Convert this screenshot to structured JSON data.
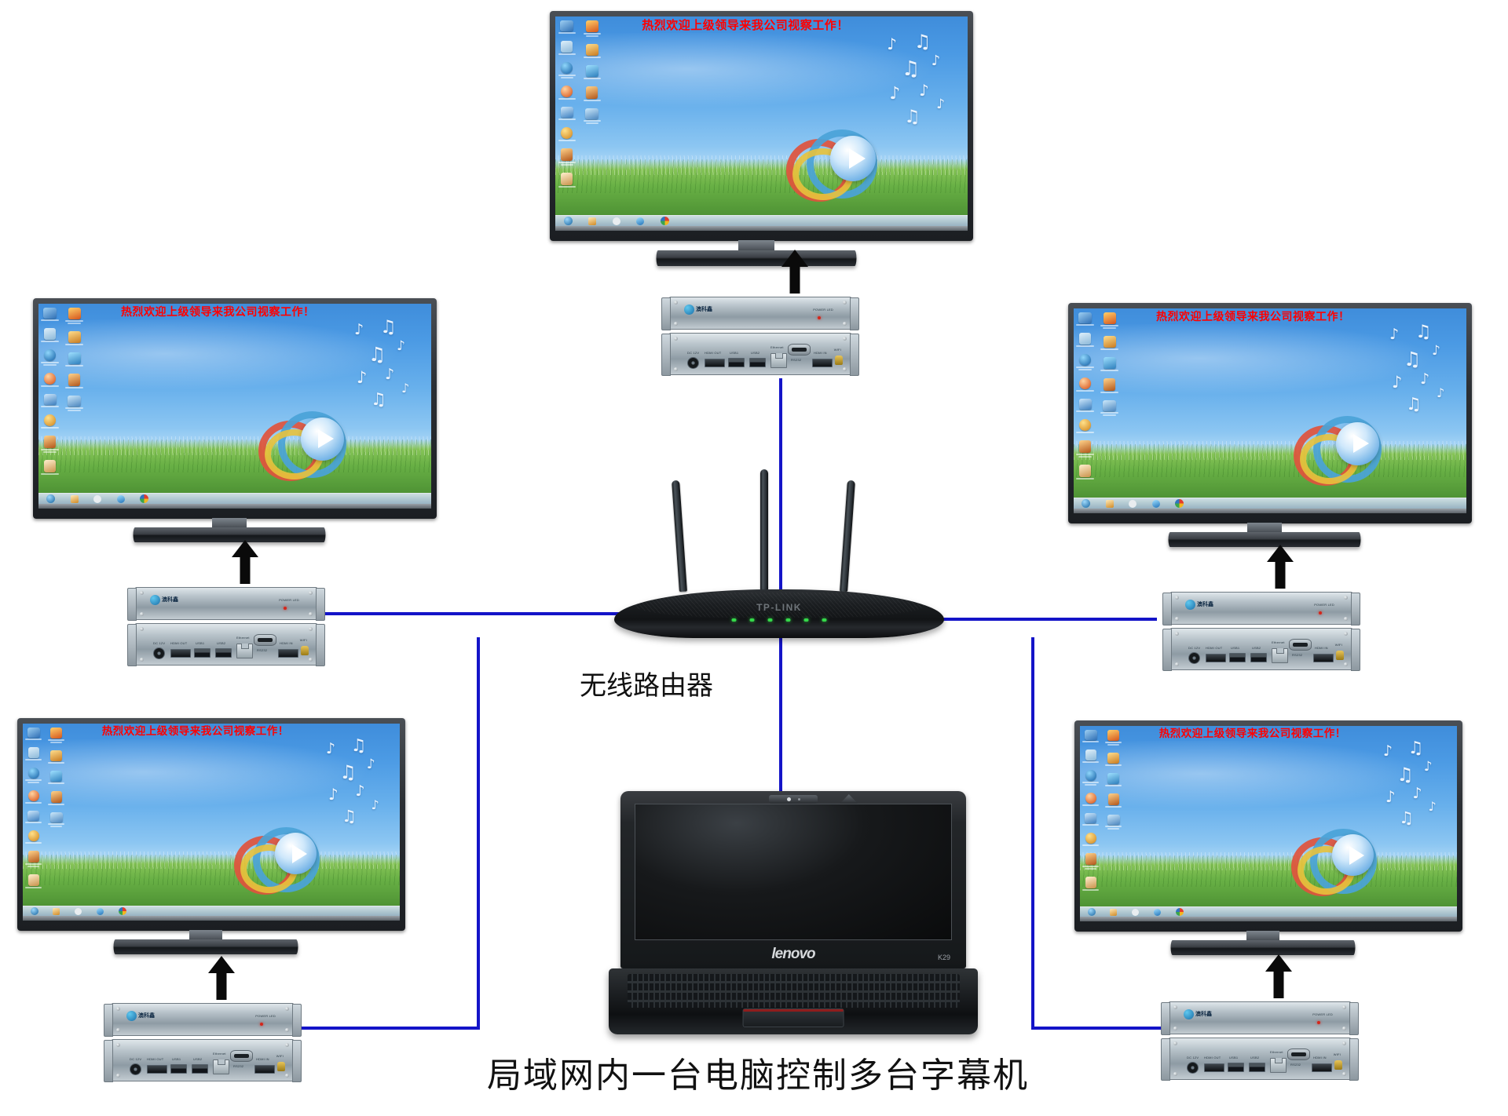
{
  "diagram": {
    "title": "局域网内一台电脑控制多台字幕机",
    "router_label": "无线路由器",
    "wire_color": "#1414c8",
    "arrow_color": "#0a0a0a"
  },
  "router": {
    "brand": "TP-LINK",
    "label": "无线路由器",
    "antenna_count": 3,
    "led_count": 6,
    "led_color": "#35d94a"
  },
  "laptop": {
    "brand": "lenovo",
    "model": "K29",
    "screen_state": "off"
  },
  "device": {
    "logo_text": "澳科鑫",
    "front_label": "POWER LED",
    "power_led_color": "#d4261a",
    "ports": [
      {
        "name": "dc-power-port",
        "label": "DC 12V"
      },
      {
        "name": "hdmi-out-port",
        "label": "HDMI OUT"
      },
      {
        "name": "usb1-port",
        "label": "USB1"
      },
      {
        "name": "usb2-port",
        "label": "USB2"
      },
      {
        "name": "ethernet-port",
        "label": "Ethernet"
      },
      {
        "name": "rs232-port",
        "label": "RS232"
      },
      {
        "name": "hdmi-in-port",
        "label": "HDMI IN"
      },
      {
        "name": "wifi-antenna-port",
        "label": "WIFI"
      }
    ]
  },
  "screen": {
    "banner_text": "热烈欢迎上级领导来我公司视察工作！",
    "banner_color": "#ff0000",
    "wallpaper": "blue-sky-green-grass",
    "desktop_icon_count": 11,
    "taskbar_icon_count": 5
  },
  "displays": [
    {
      "id": "display-top",
      "position": "top-center"
    },
    {
      "id": "display-left-upper",
      "position": "left-upper"
    },
    {
      "id": "display-right-upper",
      "position": "right-upper"
    },
    {
      "id": "display-left-lower",
      "position": "left-lower"
    },
    {
      "id": "display-right-lower",
      "position": "right-lower"
    }
  ]
}
